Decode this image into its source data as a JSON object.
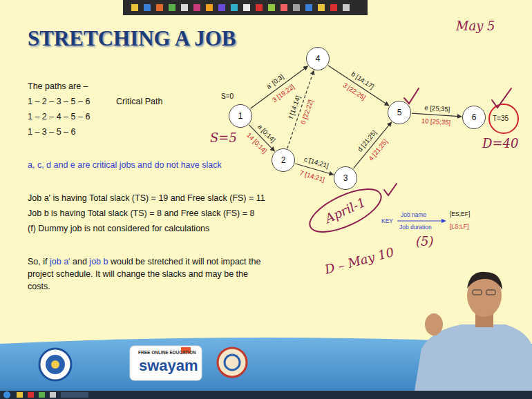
{
  "diagram": {
    "title": "STRETCHING A JOB",
    "nodes": [
      {
        "text": [
          "1"
        ]
      },
      {
        "text": [
          "2"
        ]
      },
      {
        "text": [
          "3"
        ]
      },
      {
        "text": [
          "4"
        ]
      },
      {
        "text": [
          "5"
        ]
      },
      {
        "text": [
          "6"
        ]
      }
    ],
    "edges": [
      {
        "from": 0,
        "to": 3,
        "arrow": "to",
        "label": "a' [0;3]"
      },
      {
        "from": 0,
        "to": 1,
        "arrow": "to",
        "label": "a [0;14]"
      },
      {
        "from": 1,
        "to": 3,
        "arrow": "to",
        "label": "f [14;14]"
      },
      {
        "from": 3,
        "to": 4,
        "arrow": "to",
        "label": "b [14;17]"
      },
      {
        "from": 1,
        "to": 2,
        "arrow": "to",
        "label": "c [14;21]"
      },
      {
        "from": 2,
        "to": 4,
        "arrow": "to",
        "label": "d [21;25]"
      },
      {
        "from": 4,
        "to": 5,
        "arrow": "to",
        "label": "e [25;35]"
      }
    ],
    "labels": [
      "The paths are –",
      "1 – 2 – 3 – 5 – 6",
      "Critical Path",
      "1 – 2 – 4 – 5 – 6",
      "1 – 3 – 5 – 6",
      "a, c, d and e are critical jobs and do not have slack",
      "Job a' is having Total slack (TS) = 19 and Free slack (FS) = 11",
      "Job b is having Total slack (TS) = 8 and Free slack (FS) = 8",
      "(f) Dummy job is not considered for calculations",
      "So, if",
      "job a'",
      "and",
      "job b",
      "would be stretched it will not impact the project schedule. It will change the slacks and may be the costs.",
      "S=0",
      "T=35",
      "3 [19;22]",
      "14 [0;14]",
      "0 [22;22]",
      "3 [22;25]",
      "7 [14;21]",
      "4 [21;25]",
      "10 [25;35]",
      "KEY",
      "Job name",
      "[ES;EF]",
      "Job duration",
      "[LS;LF]",
      "May 5",
      "S=5",
      "D=40",
      "April-1",
      "(5)",
      "D – May 10",
      "FREE ONLINE EDUCATION",
      "swayam"
    ]
  }
}
